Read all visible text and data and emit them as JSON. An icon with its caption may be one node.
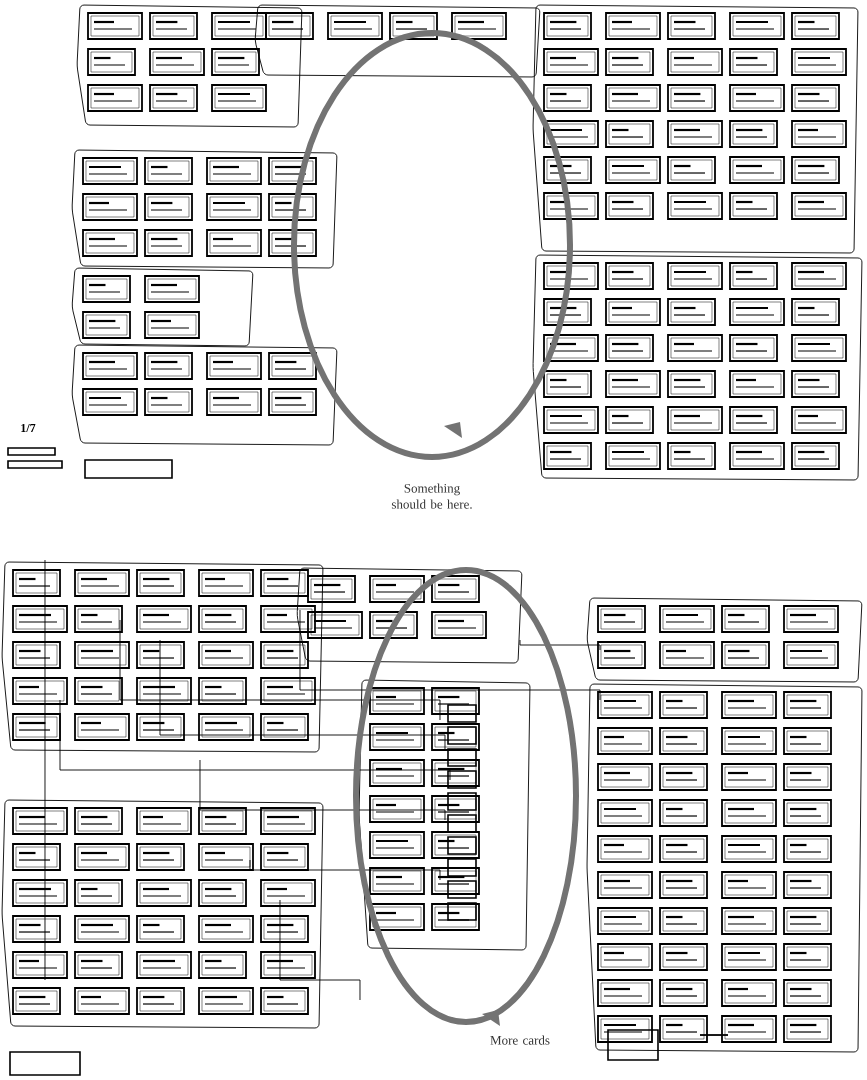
{
  "diagram": {
    "nodes": [
      {
        "text": [],
        "shape": "circle",
        "beside": [
          "Something should be here."
        ]
      },
      {
        "text": [],
        "shape": "circle",
        "beside": [
          "More cards"
        ]
      }
    ],
    "labels": [
      "1/7"
    ]
  }
}
